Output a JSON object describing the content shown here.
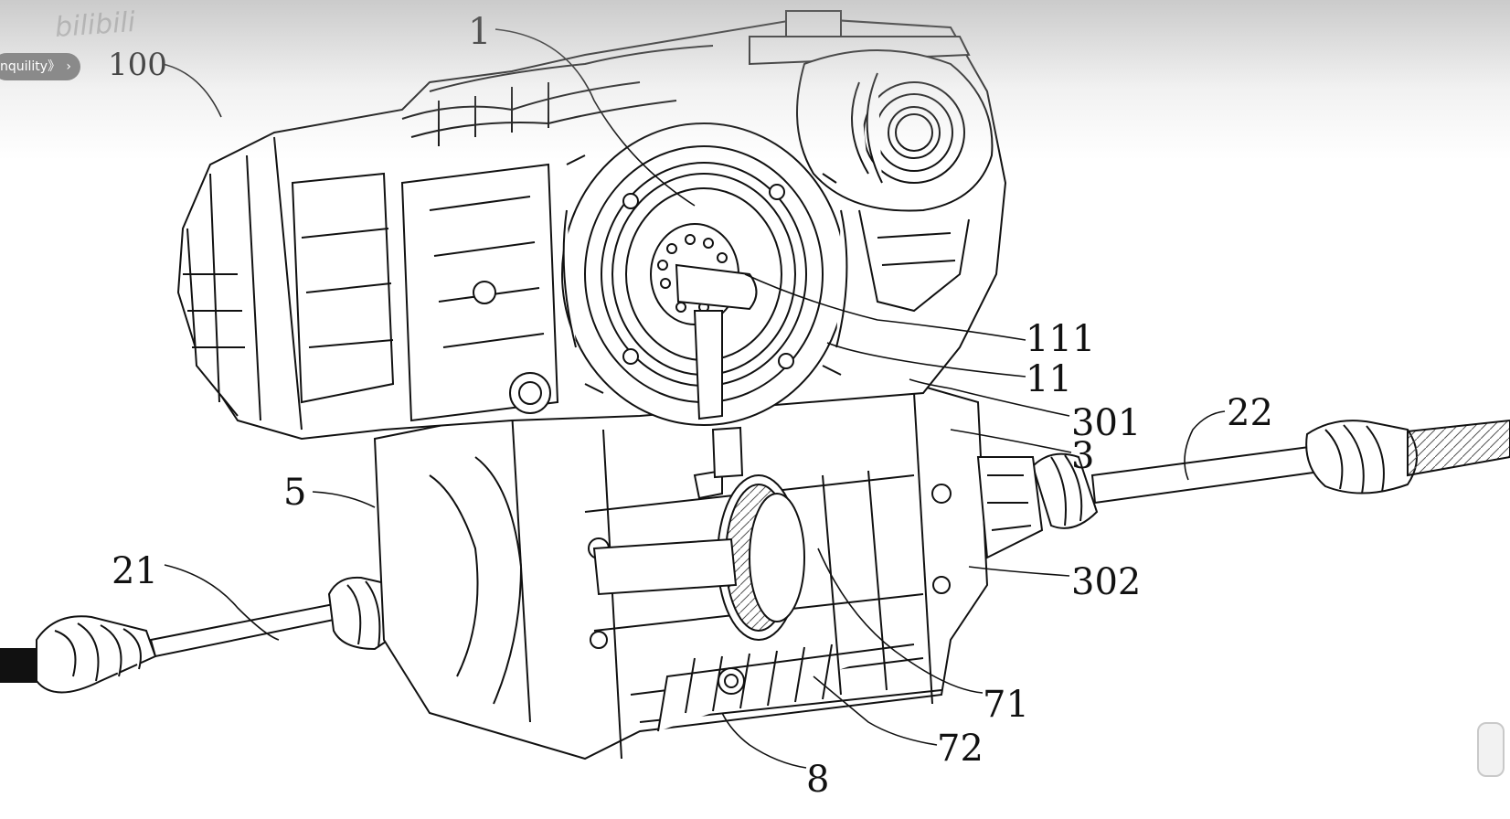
{
  "overlay": {
    "pill_text": "nquility》",
    "pill_chevron": "chevron-right-icon",
    "watermark": "bilibili"
  },
  "diagram": {
    "labels": {
      "l100": "100",
      "l1": "1",
      "l111": "111",
      "l11": "11",
      "l301": "301",
      "l3": "3",
      "l22": "22",
      "l5": "5",
      "l21": "21",
      "l302": "302",
      "l71": "71",
      "l72": "72",
      "l8": "8"
    }
  }
}
